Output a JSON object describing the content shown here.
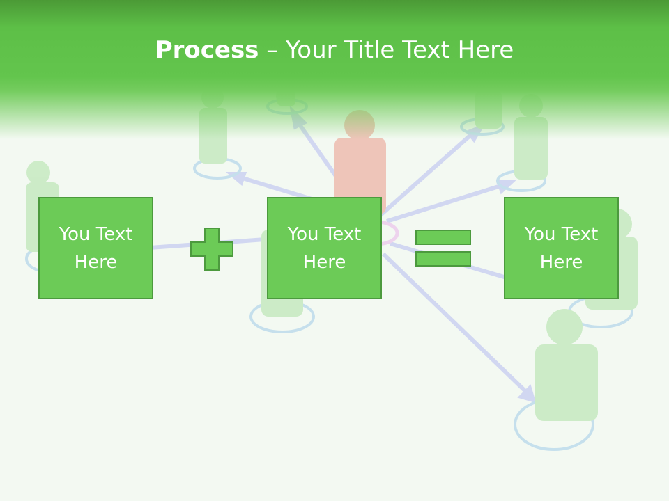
{
  "header": {
    "title_bold": "Process",
    "title_rest": " – Your Title Text Here"
  },
  "process": {
    "boxes": [
      {
        "text": "You Text Here"
      },
      {
        "text": "You Text Here"
      },
      {
        "text": "You Text Here"
      }
    ],
    "operators": [
      "plus-icon",
      "equals-icon"
    ]
  },
  "colors": {
    "header_green": "#5dbf47",
    "box_fill": "#6ccb57",
    "box_border": "#4c9a3e"
  }
}
